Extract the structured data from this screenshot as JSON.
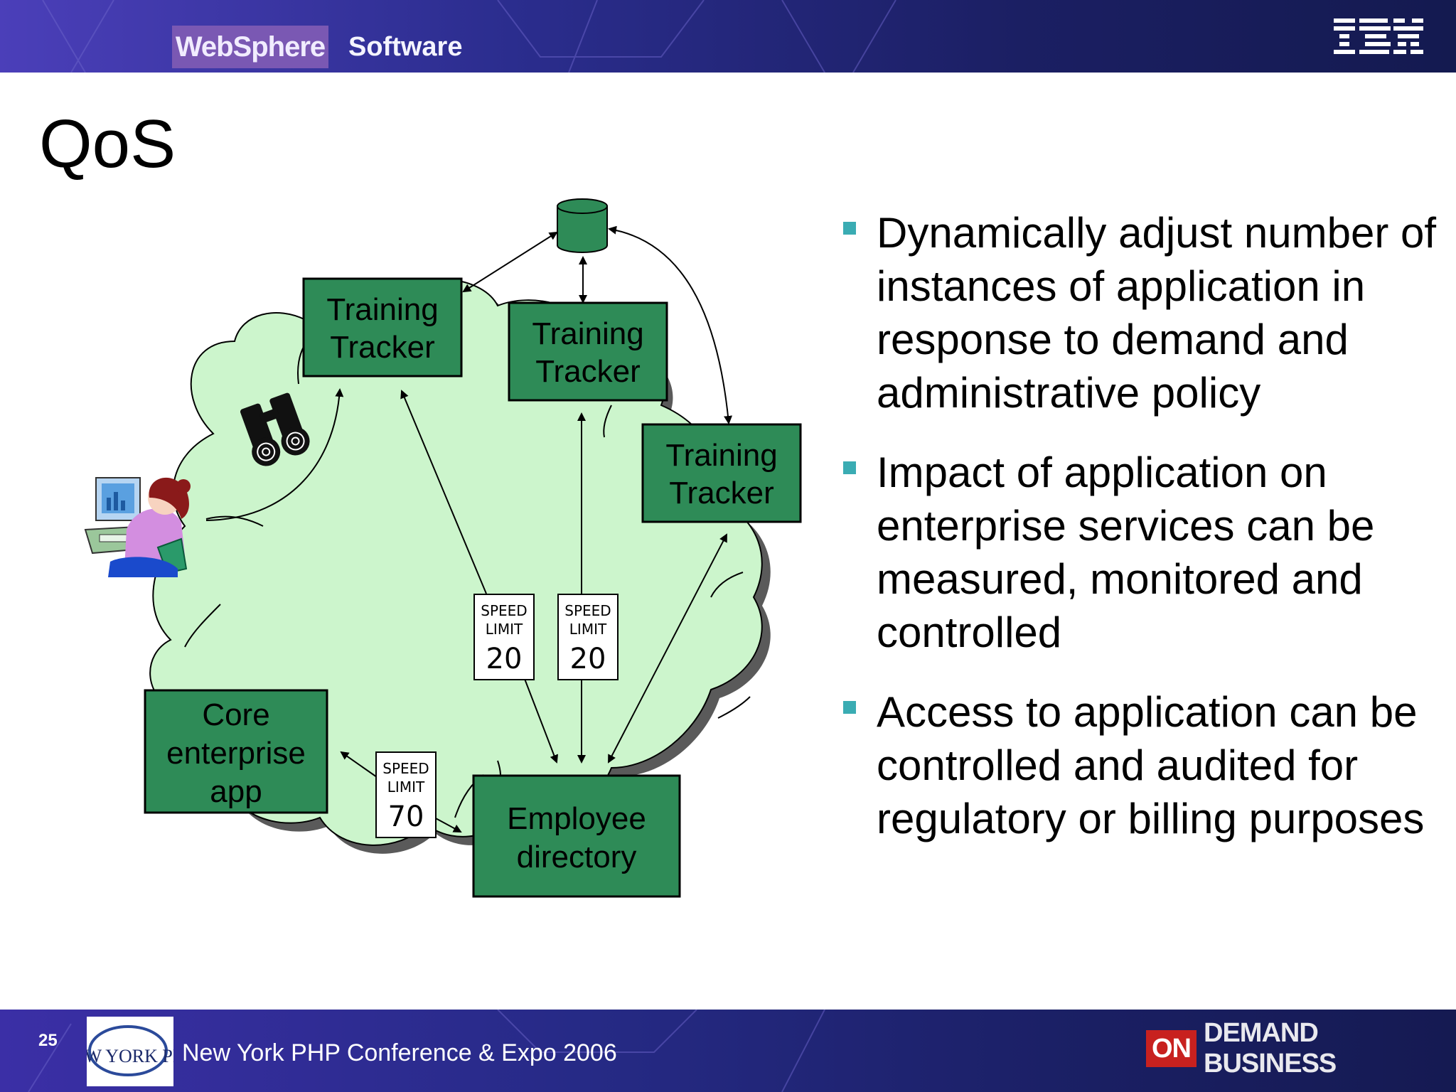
{
  "header": {
    "brand": "WebSphere",
    "product": "Software",
    "logo": "IBM"
  },
  "slide": {
    "title": "QoS"
  },
  "diagram": {
    "nodes": {
      "tracker1": [
        "Training",
        "Tracker"
      ],
      "tracker2": [
        "Training",
        "Tracker"
      ],
      "tracker3": [
        "Training",
        "Tracker"
      ],
      "core_app": [
        "Core",
        "enterprise",
        "app"
      ],
      "employee_dir": [
        "Employee",
        "directory"
      ]
    },
    "signs": [
      {
        "line1": "SPEED",
        "line2": "LIMIT",
        "value": "20"
      },
      {
        "line1": "SPEED",
        "line2": "LIMIT",
        "value": "20"
      },
      {
        "line1": "SPEED",
        "line2": "LIMIT",
        "value": "70"
      }
    ],
    "icons": [
      "database-icon",
      "binoculars-icon",
      "user-at-computer-icon"
    ]
  },
  "bullets": [
    "Dynamically adjust number of instances of application in response to demand and administrative policy",
    "Impact of application on enterprise services can be measured, monitored and controlled",
    "Access to application can be controlled and audited for regulatory or billing purposes"
  ],
  "footer": {
    "page_number": "25",
    "php_logo_text": "NEW YORK PHP",
    "conference": "New York PHP Conference & Expo 2006",
    "tagline_on": "ON",
    "tagline_rest": "DEMAND BUSINESS"
  },
  "colors": {
    "box_fill": "#2e8b57",
    "cloud_fill": "#ccf5cc",
    "bullet": "#3aacb3",
    "header_bg": "#2b2d8e"
  }
}
